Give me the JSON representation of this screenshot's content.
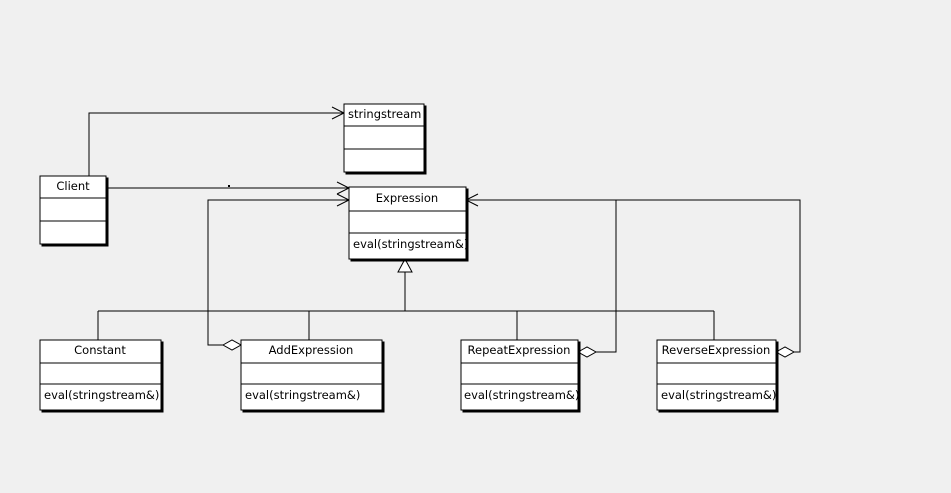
{
  "classes": {
    "stringstream": {
      "name": "stringstream",
      "operation": ""
    },
    "client": {
      "name": "Client",
      "operation": ""
    },
    "expression": {
      "name": "Expression",
      "operation": "eval(stringstream&)"
    },
    "constant": {
      "name": "Constant",
      "operation": "eval(stringstream&)"
    },
    "add_expression": {
      "name": "AddExpression",
      "operation": "eval(stringstream&)"
    },
    "repeat_expression": {
      "name": "RepeatExpression",
      "operation": "eval(stringstream&)"
    },
    "reverse_expression": {
      "name": "ReverseExpression",
      "operation": "eval(stringstream&)"
    }
  },
  "colors": {
    "background": "#f0f0f0",
    "box_fill": "#ffffff",
    "line": "#000000"
  }
}
